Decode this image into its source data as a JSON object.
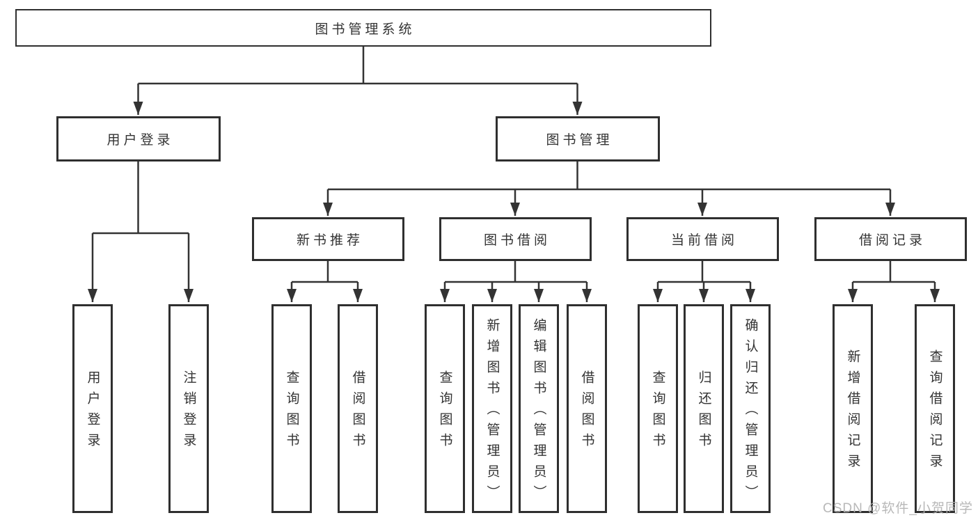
{
  "colors": {
    "line": "#333333",
    "box_border": "#2f2f2f",
    "box_fill": "#ffffff",
    "text": "#333333",
    "watermark": "#b2b2b2"
  },
  "watermark": {
    "text": "CSDN @软件_小贺同学"
  },
  "tree": {
    "root": {
      "label": "图书管理系统"
    },
    "branches": [
      {
        "label": "用户登录",
        "children": [
          {
            "label": "用户登录"
          },
          {
            "label": "注销登录"
          }
        ]
      },
      {
        "label": "图书管理",
        "children": [
          {
            "label": "新书推荐",
            "children": [
              {
                "label": "查询图书"
              },
              {
                "label": "借阅图书"
              }
            ]
          },
          {
            "label": "图书借阅",
            "children": [
              {
                "label": "查询图书"
              },
              {
                "label": "新增图书（管理员）"
              },
              {
                "label": "编辑图书（管理员）"
              },
              {
                "label": "借阅图书"
              }
            ]
          },
          {
            "label": "当前借阅",
            "children": [
              {
                "label": "查询图书"
              },
              {
                "label": "归还图书"
              },
              {
                "label": "确认归还（管理员）"
              }
            ]
          },
          {
            "label": "借阅记录",
            "children": [
              {
                "label": "新增借阅记录"
              },
              {
                "label": "查询借阅记录"
              }
            ]
          }
        ]
      }
    ]
  }
}
